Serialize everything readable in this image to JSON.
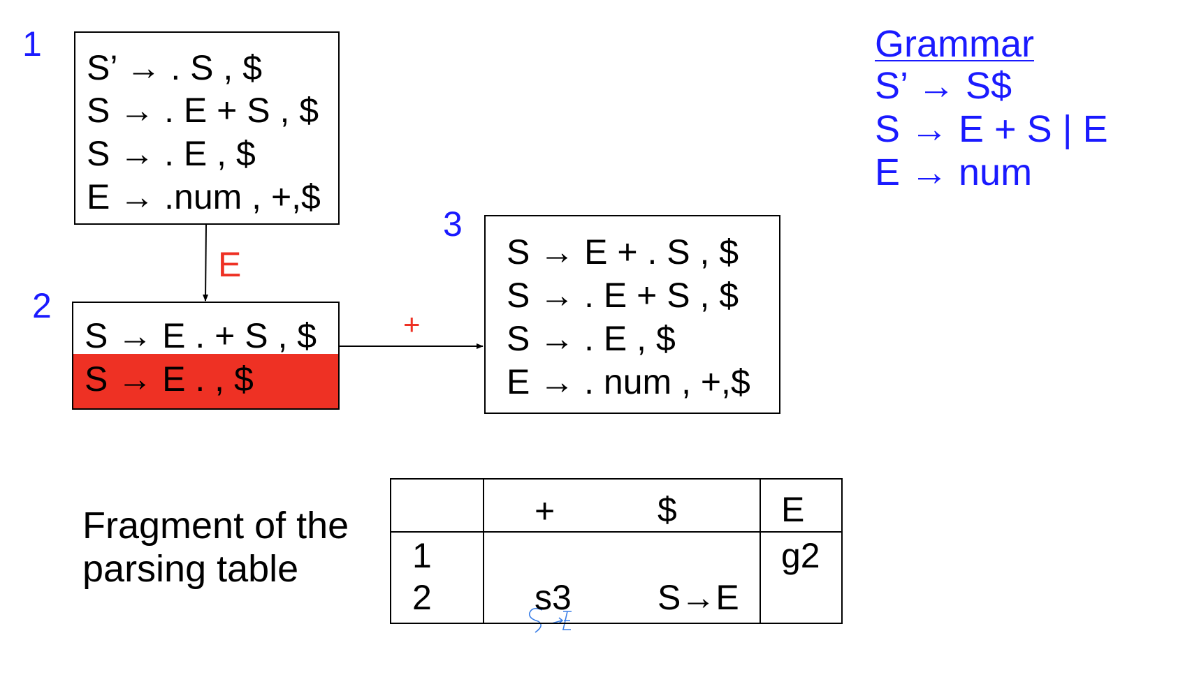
{
  "states": [
    {
      "number": "1",
      "items": [
        "S’ → . S , $",
        "S → . E + S , $",
        "S → . E , $",
        "E → .num , +,$"
      ]
    },
    {
      "number": "2",
      "items": [
        "S → E . + S , $",
        "S → E . , $"
      ],
      "highlighted_item_index": 1
    },
    {
      "number": "3",
      "items": [
        "S → E + . S , $",
        "S → . E + S , $",
        "S → . E , $",
        "E → . num , +,$"
      ]
    }
  ],
  "transitions": [
    {
      "from": "1",
      "to": "2",
      "label": "E",
      "label_color": "#ee3124"
    },
    {
      "from": "2",
      "to": "3",
      "label": "+",
      "label_color": "#ee3124"
    }
  ],
  "grammar": {
    "title": "Grammar",
    "rules": [
      "S’ → S$",
      "S → E + S | E",
      "E → num"
    ]
  },
  "caption": "Fragment of the\nparsing table",
  "parsing_table": {
    "headers": [
      "",
      "+",
      "$",
      "E"
    ],
    "rows": [
      {
        "state": "1",
        "plus": "",
        "dollar": "",
        "E": "g2"
      },
      {
        "state": "2",
        "plus": "s3",
        "dollar": "S→E",
        "E": ""
      }
    ],
    "handwritten_note": "S→E"
  },
  "colors": {
    "state_number": "#1a1aff",
    "grammar": "#1a1aff",
    "highlight": "#ee3124",
    "edge_label": "#ee3124",
    "handwriting": "#3a7ee6"
  }
}
